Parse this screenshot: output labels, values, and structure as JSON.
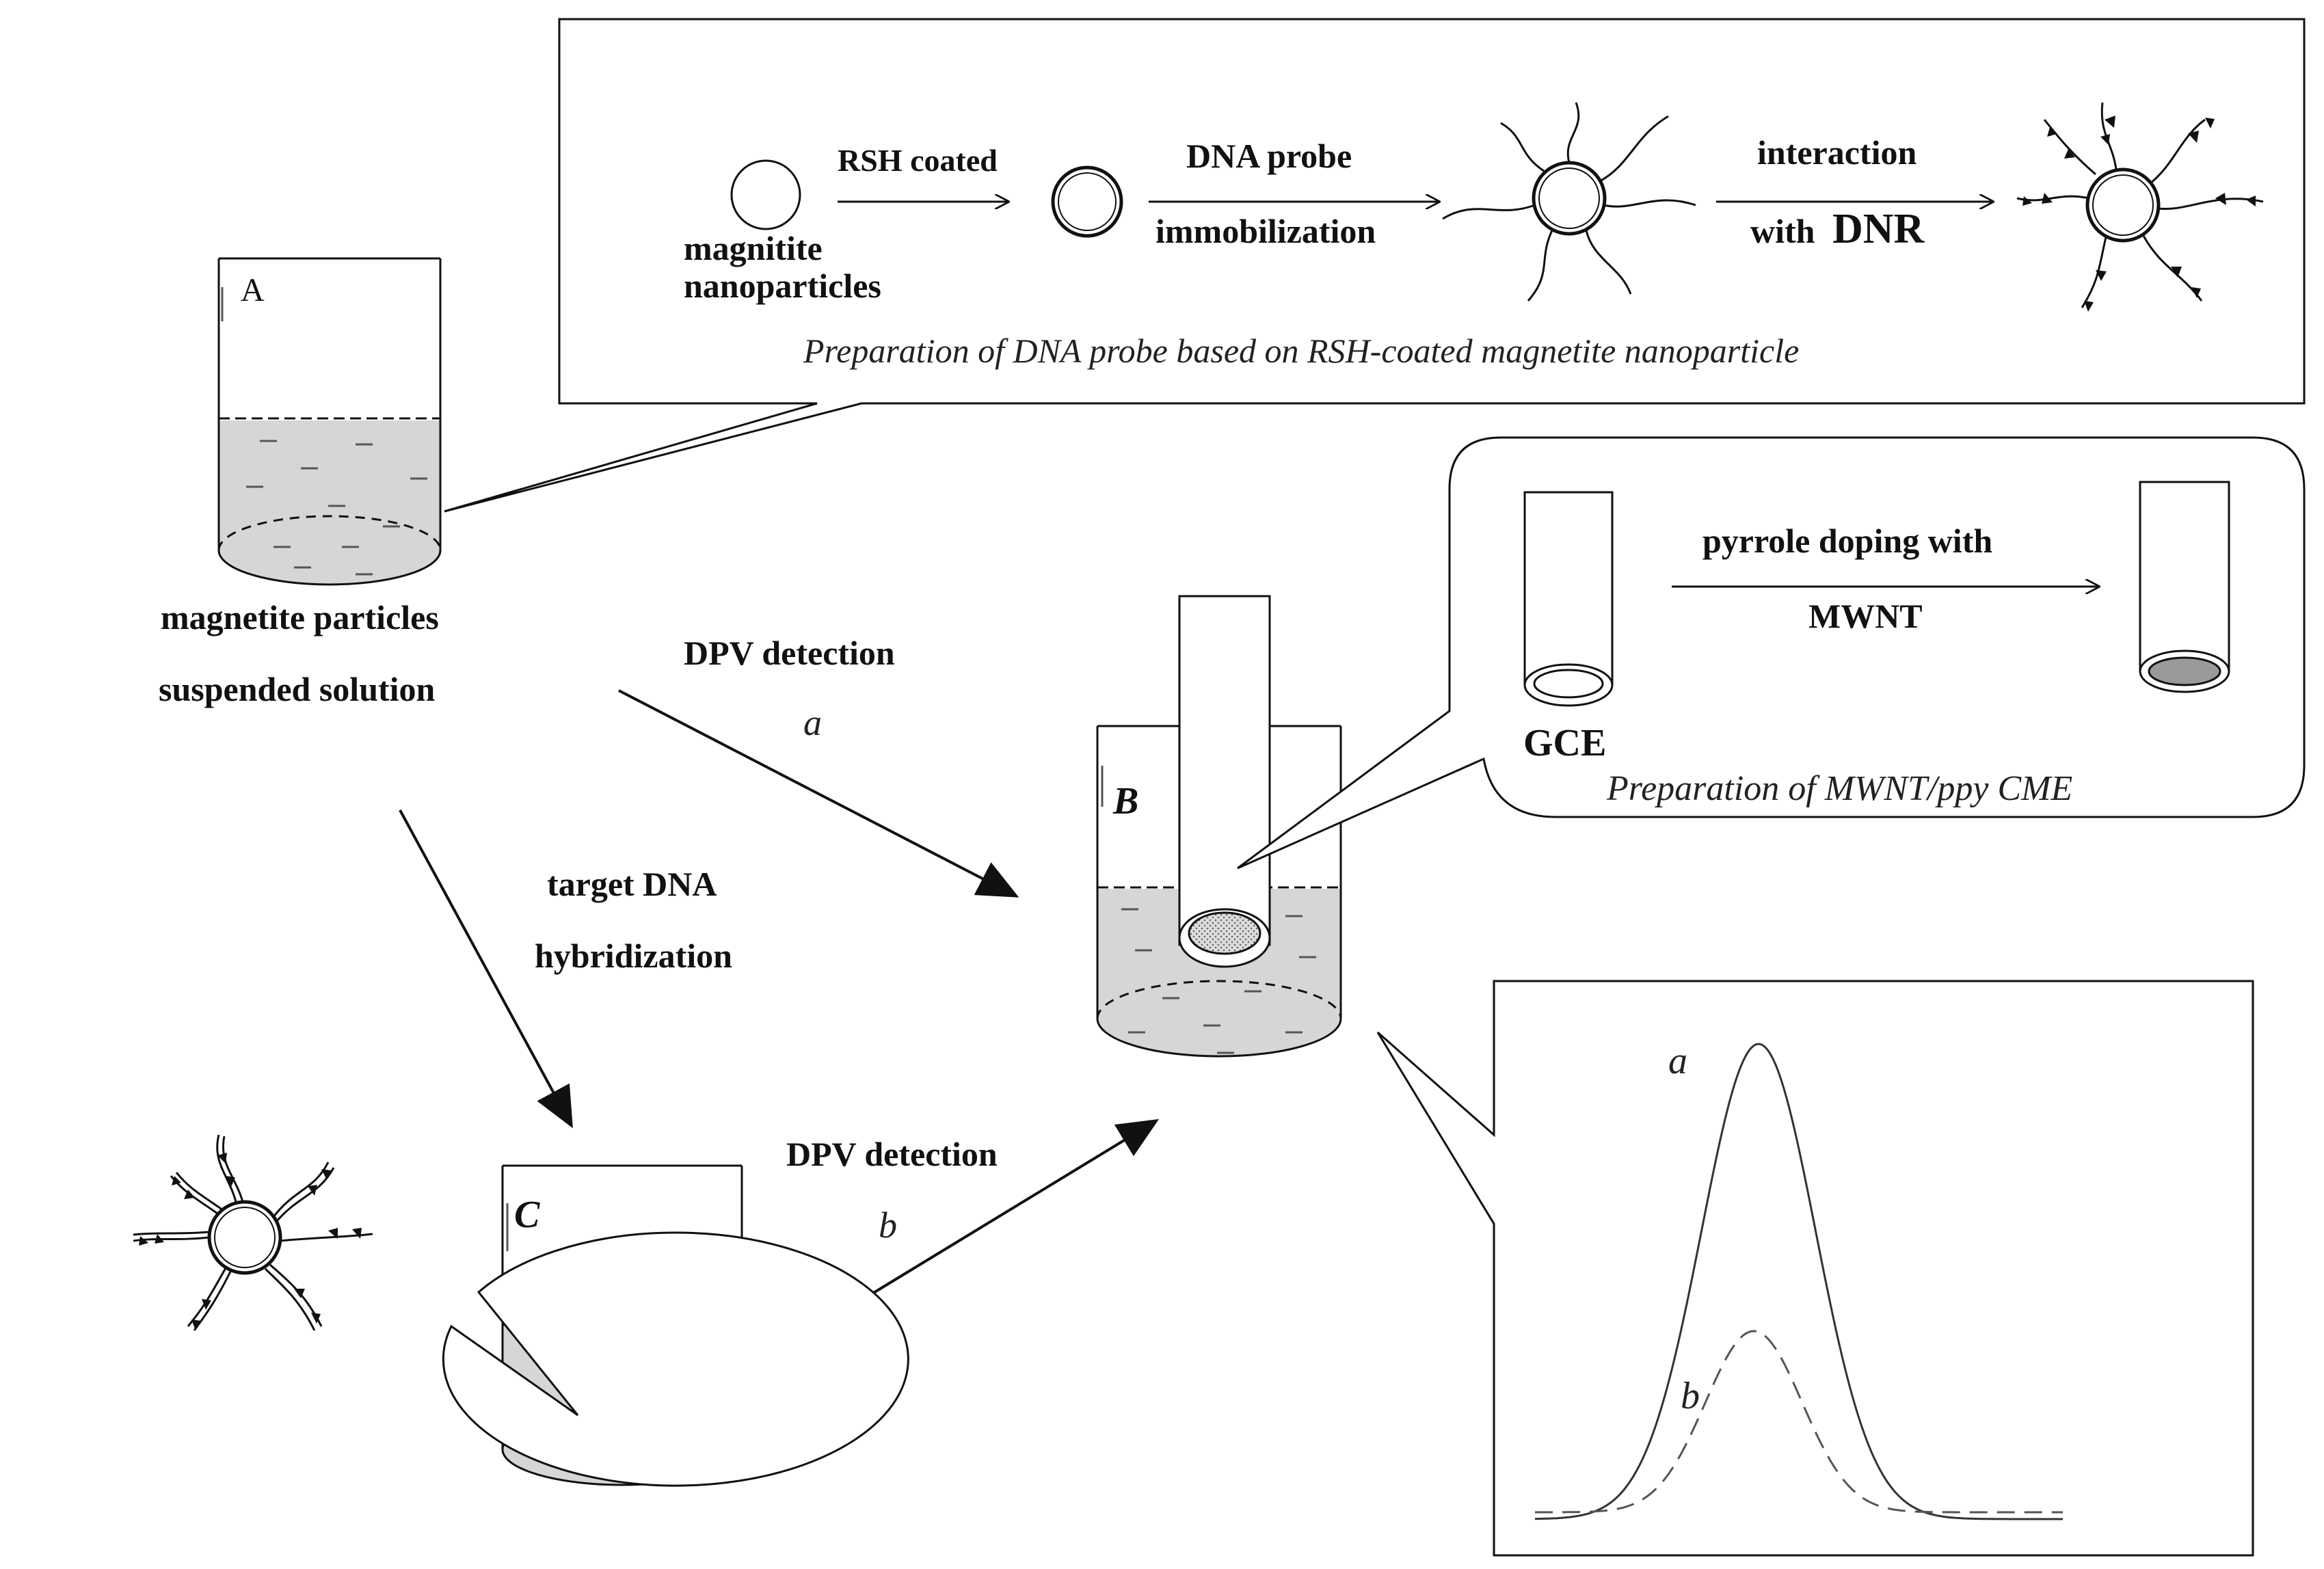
{
  "top_panel": {
    "rsh_coated": "RSH coated",
    "dna_probe": "DNA probe",
    "immobilization": "immobilization",
    "interaction": "interaction",
    "with": "with",
    "dnr": "DNR",
    "magnitite": "magnitite",
    "nanoparticles": "nanoparticles",
    "caption": "Preparation of DNA probe based on RSH-coated magnetite nanoparticle"
  },
  "beaker_a": {
    "letter": "A",
    "label_line1": "magnetite particles",
    "label_line2": "suspended solution"
  },
  "beaker_b": {
    "letter": "B"
  },
  "beaker_c": {
    "letter": "C"
  },
  "arrow_a": {
    "line1": "DPV detection",
    "line2": "a"
  },
  "arrow_b": {
    "line1": "DPV detection",
    "line2": "b"
  },
  "hybridization": {
    "line1": "target DNA",
    "line2": "hybridization"
  },
  "cme_panel": {
    "pyrrole": "pyrrole doping with",
    "mwnt": "MWNT",
    "gce": "GCE",
    "caption": "Preparation of MWNT/ppy CME"
  },
  "dpv_panel": {
    "curve_a": "a",
    "curve_b": "b"
  }
}
